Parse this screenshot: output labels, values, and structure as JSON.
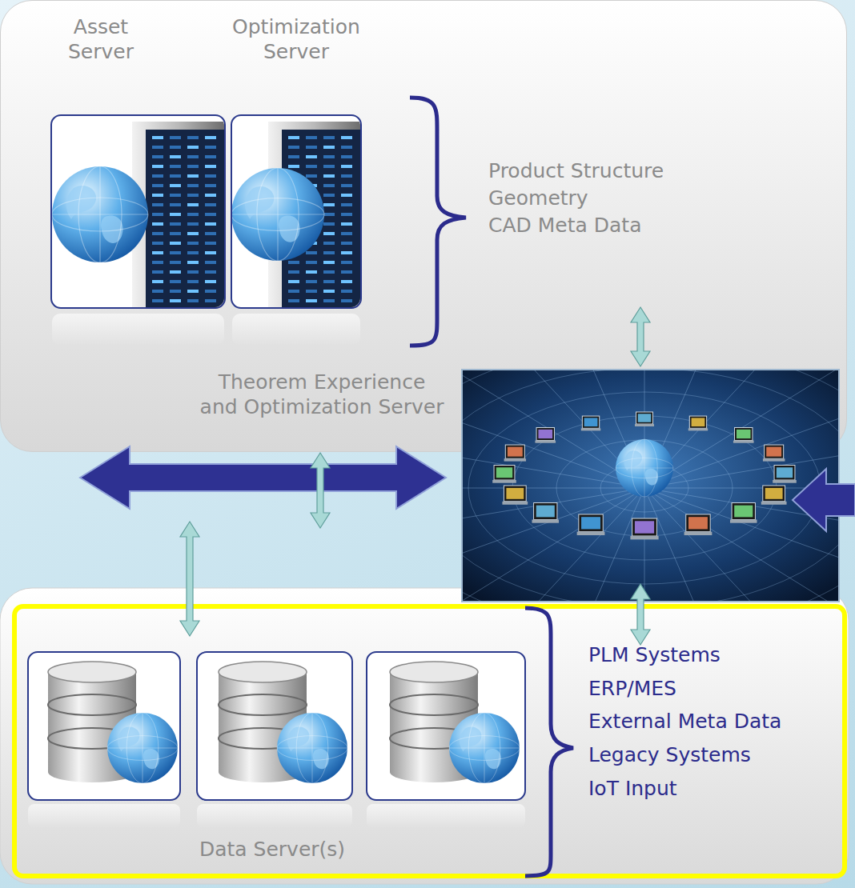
{
  "diagram": {
    "nodes": [
      {
        "text": [
          "Product Structure",
          "Geometry",
          "CAD Meta Data",
          "Theorem Experience and Optimization Server"
        ]
      },
      {
        "text": [
          "Asset Server"
        ],
        "in": 0
      },
      {
        "text": [
          "Optimization Server"
        ],
        "in": 0
      },
      {
        "text": [
          "PLM Systems",
          "ERP/MES",
          "External Meta Data",
          "Legacy Systems",
          "IoT Input",
          "Data Server(s)"
        ]
      }
    ]
  }
}
